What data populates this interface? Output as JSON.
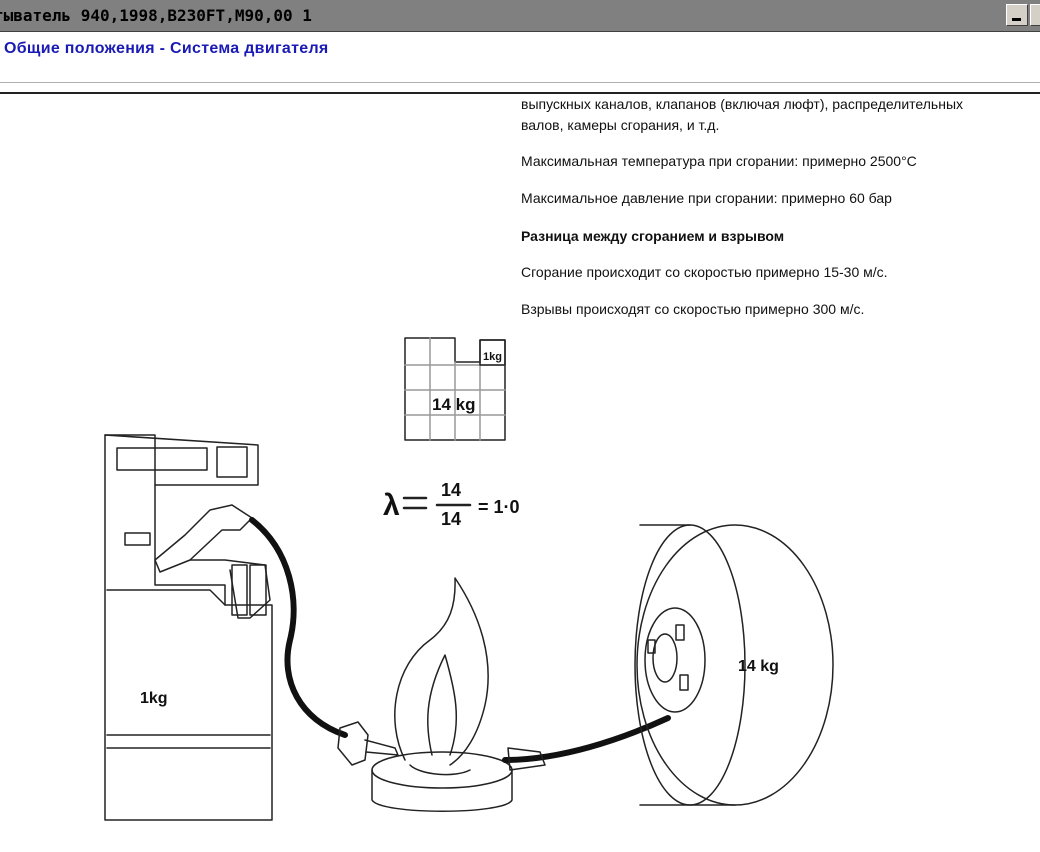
{
  "window": {
    "title": "тыватель 940,1998,B230FT,M90,00 1"
  },
  "header": {
    "title": "Общие положения - Система двигателя"
  },
  "article": {
    "line1": "выпускных каналов, клапанов (включая люфт), распределительных",
    "line2": "валов, камеры сгорания, и т.д.",
    "max_temp": "Максимальная температура при сгорании: примерно 2500°C",
    "max_pressure": "Максимальное давление при сгорании: примерно 60 бар",
    "subheading": "Разница между сгоранием и взрывом",
    "combustion_speed": "Сгорание происходит со скоростью примерно 15-30 м/с.",
    "explosion_speed": "Взрывы происходят со скоростью примерно 300 м/с."
  },
  "illustration": {
    "block_small_label": "1kg",
    "block_big_label": "14 kg",
    "formula_lambda": "λ =",
    "formula_num": "14",
    "formula_den": "14",
    "formula_result": "= 1·0",
    "pump_label": "1kg",
    "tyre_label": "14 kg"
  }
}
